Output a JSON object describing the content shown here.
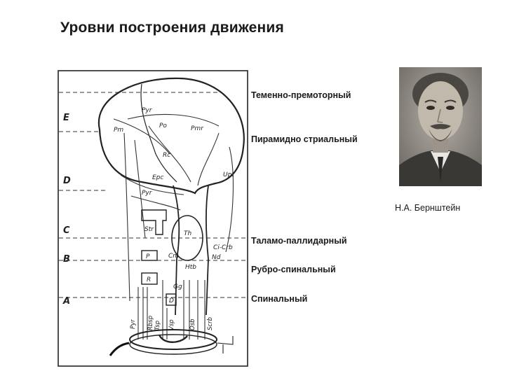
{
  "title": "Уровни построения движения",
  "levels": [
    {
      "name": "Теменно-премоторный"
    },
    {
      "name": "Пирамидно стриальный"
    },
    {
      "name": "Таламо-паллидарный"
    },
    {
      "name": "Рубро-спинальный"
    },
    {
      "name": "Спинальный"
    }
  ],
  "diagram": {
    "level_letters": [
      "E",
      "D",
      "C",
      "B",
      "A"
    ],
    "labels": {
      "pyr_top": "Pyr",
      "pm": "Pm",
      "po": "Po",
      "pmr": "Pmr",
      "rc": "Rc",
      "epc": "Epc",
      "upt": "Upt",
      "pyr_mid": "Pyr",
      "str": "Str",
      "th": "Th",
      "p": "P",
      "cm": "Cm",
      "ci_crb": "Ci-Crb",
      "nd": "Nd",
      "r": "R",
      "htb": "Htb",
      "gg": "Gg",
      "d": "D",
      "pyr_bot": "Pyr",
      "rbsp": "Rbsp",
      "tsp": "Tsp",
      "vsp": "Vsp",
      "osb": "Osb",
      "scrb": "Scrb"
    }
  },
  "portrait": {
    "caption": "Н.А. Бернштейн"
  }
}
